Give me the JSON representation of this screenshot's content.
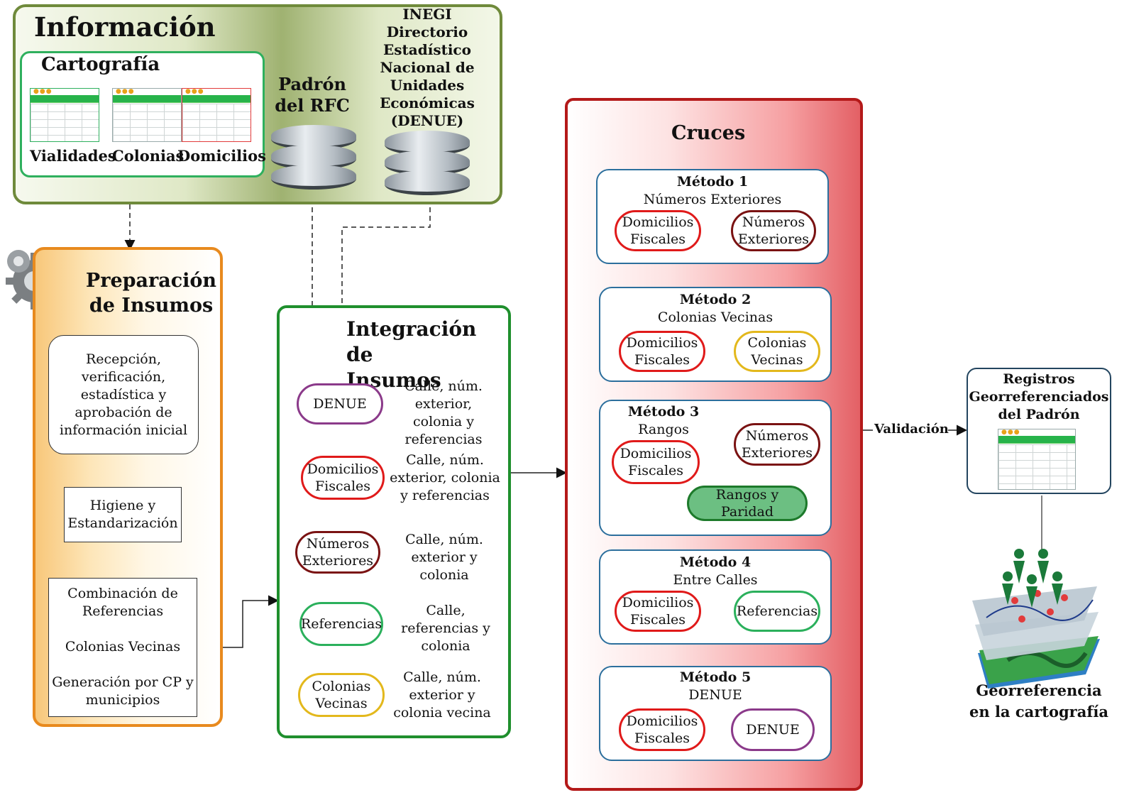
{
  "informacion": {
    "title": "Información",
    "cartografia": {
      "title": "Cartografía",
      "items": [
        "Vialidades",
        "Colonias",
        "Domicilios"
      ]
    },
    "padron": "Padrón\ndel RFC",
    "inegi": [
      "INEGI",
      "Directorio",
      "Estadístico",
      "Nacional de",
      "Unidades",
      "Económicas",
      "(DENUE)"
    ]
  },
  "preparacion": {
    "title": "Preparación de Insumos",
    "steps": [
      "Recepción, verificación, estadística y aprobación de información inicial",
      "Higiene y Estandarización"
    ],
    "combos": [
      "Combinación de Referencias",
      "Colonias Vecinas",
      "Generación por CP y municipios"
    ]
  },
  "integracion": {
    "title": "Integración de Insumos",
    "rows": [
      {
        "pill": "DENUE",
        "desc": "Calle, núm. exterior, colonia y referencias",
        "color": "#8b3a8a"
      },
      {
        "pill": "Domicilios Fiscales",
        "desc": "Calle, núm. exterior, colonia y referencias",
        "color": "#e01a1a"
      },
      {
        "pill": "Números Exteriores",
        "desc": "Calle, núm. exterior y colonia",
        "color": "#7a1212"
      },
      {
        "pill": "Referencias",
        "desc": "Calle, referencias y colonia",
        "color": "#2bb05c"
      },
      {
        "pill": "Colonias Vecinas",
        "desc": "Calle, núm. exterior y colonia vecina",
        "color": "#e3b81c"
      }
    ]
  },
  "cruces": {
    "title": "Cruces",
    "metodos": [
      {
        "title": "Método 1",
        "subtitle": "Números Exteriores",
        "left": "Domicilios Fiscales",
        "right": "Números Exteriores"
      },
      {
        "title": "Método 2",
        "subtitle": "Colonias Vecinas",
        "left": "Domicilios Fiscales",
        "right": "Colonias Vecinas"
      },
      {
        "title": "Método 3",
        "subtitle": "Rangos",
        "left": "Domicilios Fiscales",
        "right": "Números Exteriores",
        "bottom": "Rangos y Paridad"
      },
      {
        "title": "Método 4",
        "subtitle": "Entre Calles",
        "left": "Domicilios Fiscales",
        "right": "Referencias"
      },
      {
        "title": "Método 5",
        "subtitle": "DENUE",
        "left": "Domicilios Fiscales",
        "right": "DENUE"
      }
    ]
  },
  "validacion": "Validación",
  "registros": "Registros Georreferenciados del Padrón",
  "georreferencia": "Georreferencia en la cartografía",
  "colors": {
    "info_border": "#6f8a3b",
    "prep_border": "#e88a1e",
    "integ_border": "#1f8f2d",
    "cruces_border": "#b41919",
    "table_header": "#27b34a"
  }
}
